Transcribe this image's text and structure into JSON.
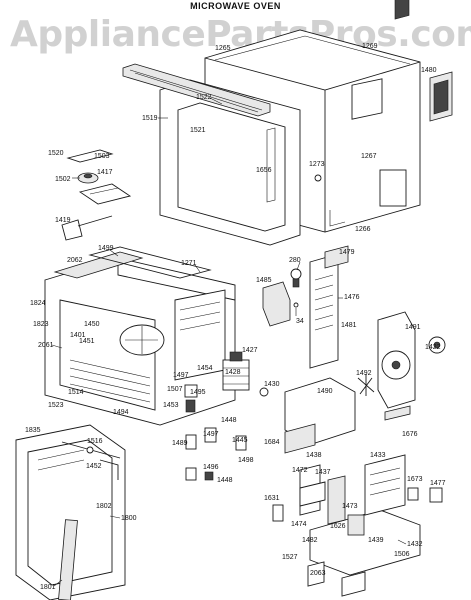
{
  "watermark": "AppliancePartsPros.com",
  "title": "MICROWAVE OVEN",
  "part_labels": {
    "l1265": "1265",
    "l1269": "1269",
    "l1480": "1480",
    "l1522": "1522",
    "l1519": "1519",
    "l1521": "1521",
    "l1656": "1656",
    "l1273": "1273",
    "l1267": "1267",
    "l1266": "1266",
    "l1520": "1520",
    "l1503": "1503",
    "l1417": "1417",
    "l1502": "1502",
    "l1419": "1419",
    "l1499": "1499",
    "l2062": "2062",
    "l1271": "1271",
    "l1479": "1479",
    "l280": "280",
    "l1485": "1485",
    "l1476": "1476",
    "l34": "34",
    "l1481": "1481",
    "l1491": "1491",
    "l1422": "1422",
    "l1824": "1824",
    "l1823": "1823",
    "l1450": "1450",
    "l1401": "1401",
    "l1451": "1451",
    "l2061": "2061",
    "l1514": "1514",
    "l1523": "1523",
    "l1453": "1453",
    "l1507": "1507",
    "l1497b": "1497",
    "l1495": "1495",
    "l1454": "1454",
    "l1427": "1427",
    "l1428": "1428",
    "l1430": "1430",
    "l1492": "1492",
    "l1490": "1490",
    "l1676": "1676",
    "l1494": "1494",
    "l1835": "1835",
    "l1516": "1516",
    "l1448a": "1448",
    "l1489": "1489",
    "l1497": "1497",
    "l1445": "1445",
    "l1498": "1498",
    "l1452": "1452",
    "l1496": "1496",
    "l1448b": "1448",
    "l1684": "1684",
    "l1438": "1438",
    "l1433": "1433",
    "l1472": "1472",
    "l1437": "1437",
    "l1673": "1673",
    "l1477": "1477",
    "l1802": "1802",
    "l1800": "1800",
    "l1631": "1631",
    "l1474": "1474",
    "l1473": "1473",
    "l1626": "1626",
    "l1439": "1439",
    "l1432": "1432",
    "l1482": "1482",
    "l1527": "1527",
    "l2063": "2063",
    "l1506": "1506",
    "l1801": "1801"
  }
}
